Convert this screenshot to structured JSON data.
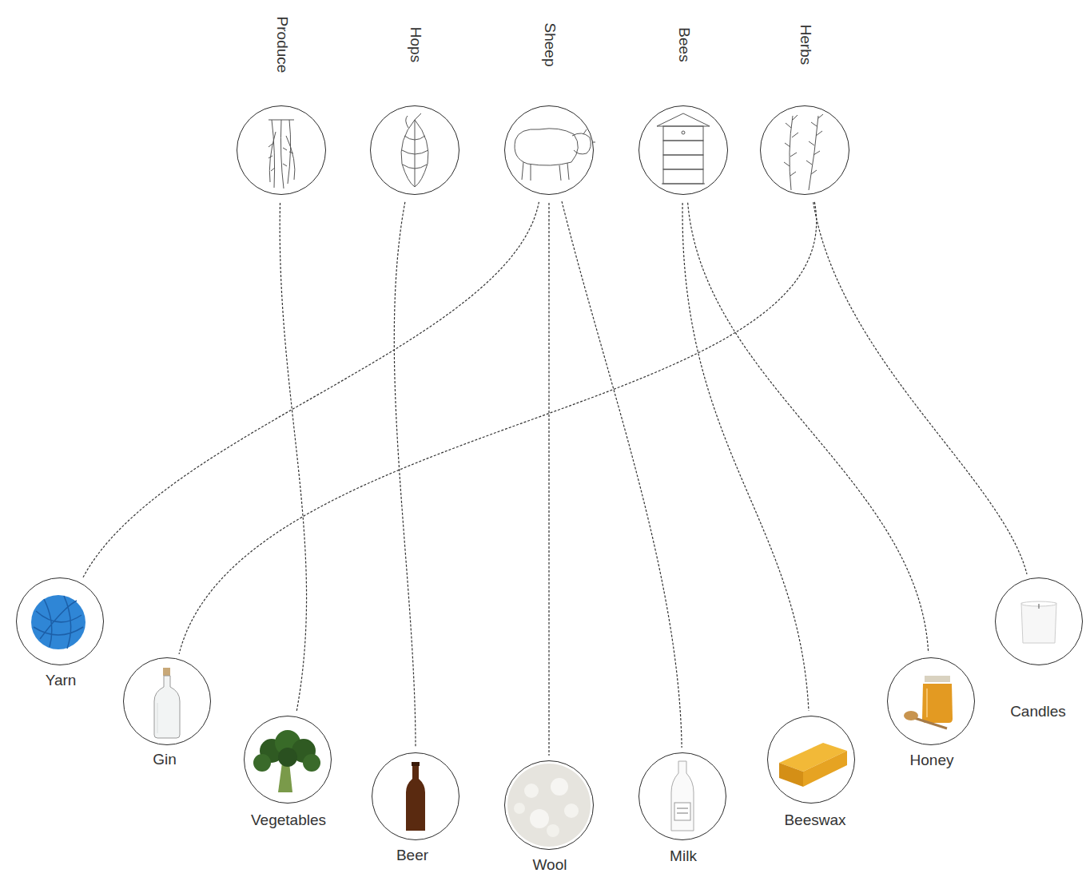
{
  "diagram": {
    "nodes": [
      {
        "text": [
          "Produce"
        ]
      },
      {
        "text": [
          "Hops"
        ]
      },
      {
        "text": [
          "Sheep"
        ]
      },
      {
        "text": [
          "Bees"
        ]
      },
      {
        "text": [
          "Herbs"
        ]
      },
      {
        "text": [
          "Yarn"
        ]
      },
      {
        "text": [
          "Gin"
        ]
      },
      {
        "text": [
          "Vegetables"
        ]
      },
      {
        "text": [
          "Beer"
        ]
      },
      {
        "text": [
          "Wool"
        ]
      },
      {
        "text": [
          "Milk"
        ]
      },
      {
        "text": [
          "Beeswax"
        ]
      },
      {
        "text": [
          "Honey"
        ]
      },
      {
        "text": [
          "Candles"
        ]
      }
    ],
    "edges": [
      {
        "from": 0,
        "to": 7,
        "arrow": "none"
      },
      {
        "from": 1,
        "to": 8,
        "arrow": "none"
      },
      {
        "from": 2,
        "to": 5,
        "arrow": "none"
      },
      {
        "from": 2,
        "to": 9,
        "arrow": "none"
      },
      {
        "from": 2,
        "to": 10,
        "arrow": "none"
      },
      {
        "from": 3,
        "to": 11,
        "arrow": "none"
      },
      {
        "from": 3,
        "to": 12,
        "arrow": "none"
      },
      {
        "from": 4,
        "to": 6,
        "arrow": "none"
      },
      {
        "from": 4,
        "to": 13,
        "arrow": "none"
      }
    ]
  }
}
